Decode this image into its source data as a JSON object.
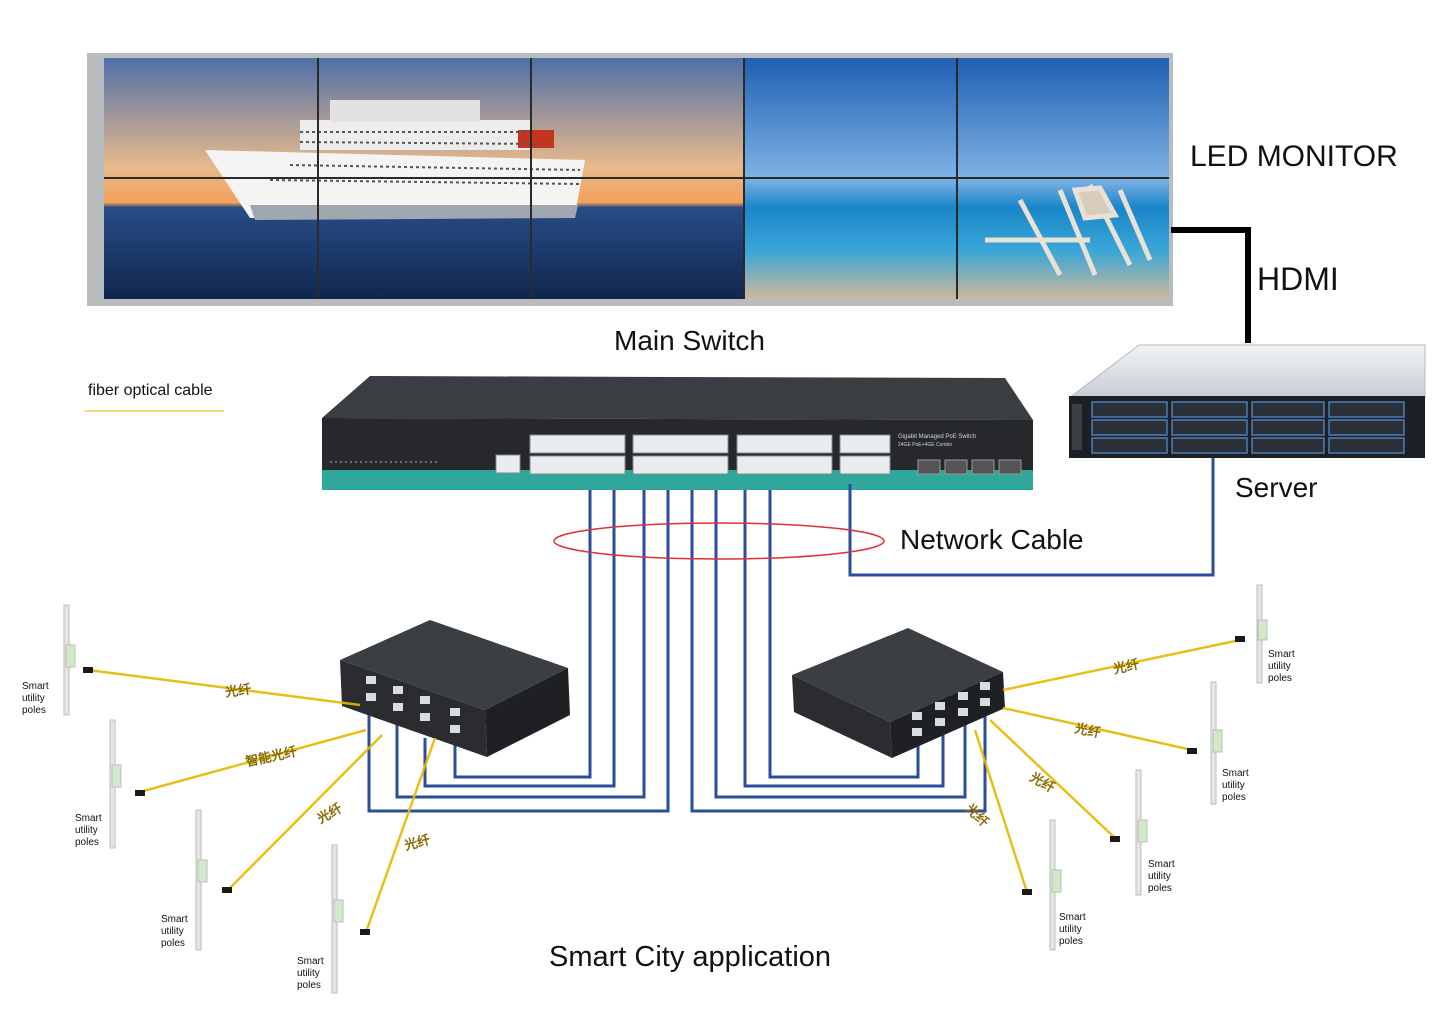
{
  "labels": {
    "led_monitor": "LED MONITOR",
    "hdmi": "HDMI",
    "main_switch": "Main Switch",
    "server": "Server",
    "network_cable": "Network Cable",
    "fiber_optical_cable": "fiber optical cable",
    "smart_city": "Smart City application"
  },
  "switch_text": {
    "brand": "Gigabit Managed PoE Switch",
    "model": "24GE PoE+4GE Combo"
  },
  "fiber_tag": "光纤",
  "fiber_tag_alt": "智能光纤",
  "pole_label_lines": [
    "Smart",
    "utility",
    "poles"
  ],
  "colors": {
    "network_cable": "#2b4d9a",
    "fiber": "#e6b800",
    "cable_highlight": "#e0303a",
    "hdmi_cable": "#000000"
  }
}
